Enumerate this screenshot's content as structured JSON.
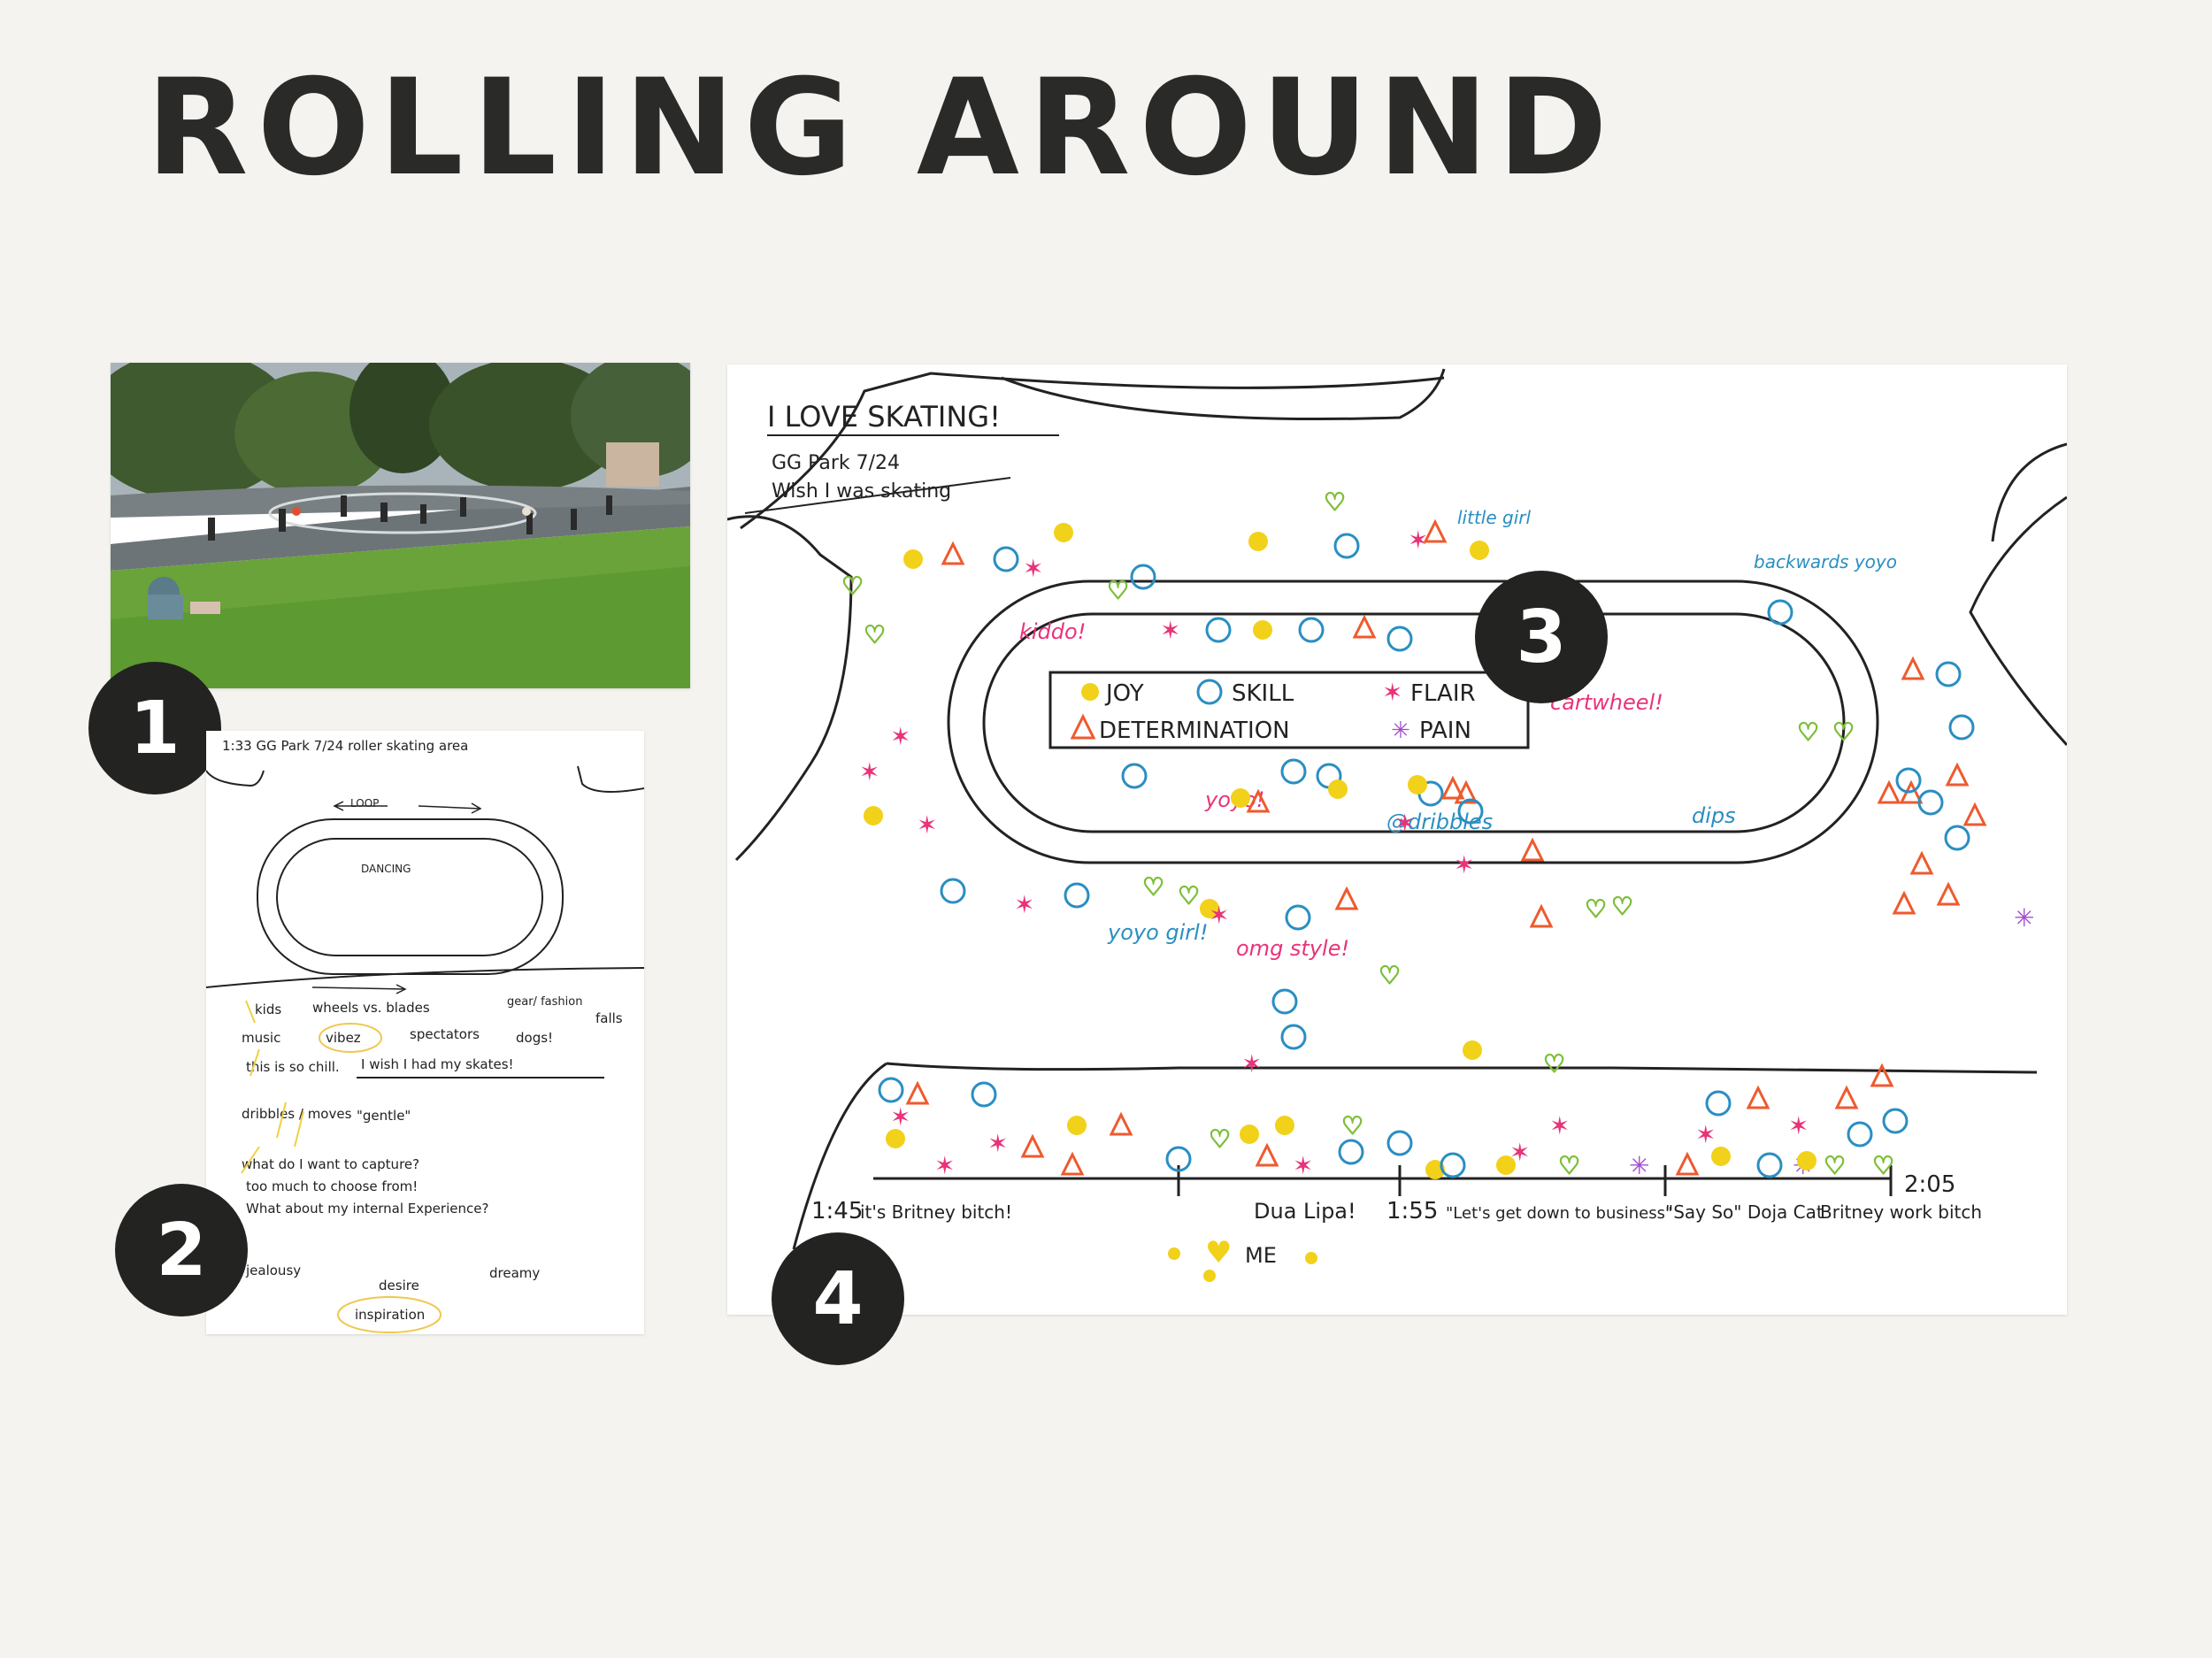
{
  "title": "ROLLING AROUND",
  "badges": [
    "1",
    "2",
    "3",
    "4"
  ],
  "sketch": {
    "header": "1:33  GG Park  7/24  roller skating area",
    "loop": "LOOP",
    "dancing": "DANCING",
    "notes": [
      "kids",
      "wheels vs. blades",
      "gear/ fashion",
      "falls",
      "music",
      "vibez",
      "spectators",
      "dogs!",
      "this is so chill.",
      "I wish I had my skates!",
      "dribbles / moves",
      "\"gentle\"",
      "what do I want to capture?",
      "too much to choose from!",
      "What about my internal Experience?",
      "jealousy",
      "desire",
      "dreamy",
      "inspiration"
    ]
  },
  "map": {
    "heading": "I LOVE SKATING!",
    "sub1": "GG Park  7/24",
    "sub2": "Wish I was skating",
    "legend": {
      "joy": "JOY",
      "skill": "SKILL",
      "flair": "FLAIR",
      "determination": "DETERMINATION",
      "pain": "PAIN"
    },
    "annotations": {
      "kiddo": "kiddo!",
      "little_girl": "little girl",
      "backwards_yoyo": "backwards yoyo",
      "cartwheel": "cartwheel!",
      "yoyo": "yoyo!",
      "dribbles": "@dribbles",
      "dips": "dips",
      "yoyo_girl": "yoyo girl!",
      "omg_style": "omg style!",
      "me": "ME"
    },
    "timeline": {
      "start": "1:45",
      "mid": "1:55",
      "end": "2:05",
      "songs": [
        "it's Britney bitch!",
        "Dua Lipa!",
        "\"Let's get down to business\"",
        "\"Say So\" Doja Cat",
        "Britney work bitch"
      ]
    }
  },
  "colors": {
    "joy": "#f2d11a",
    "skill": "#2a8ec2",
    "flair": "#e8337a",
    "determination": "#ee5a2e",
    "pain": "#a44ccf",
    "heart": "#7dbf3a"
  }
}
